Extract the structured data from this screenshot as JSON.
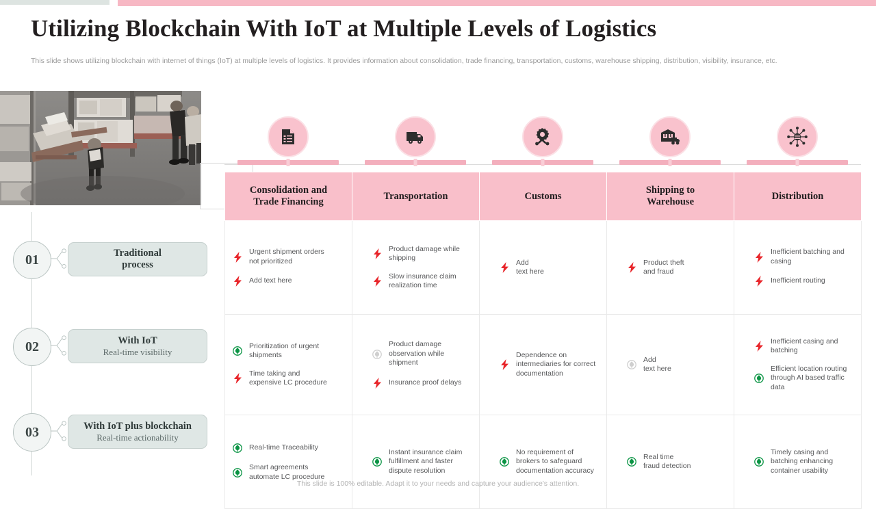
{
  "topbars": {
    "gray": "#dde4e1",
    "pink": "#f7b8c4"
  },
  "header": {
    "title": "Utilizing Blockchain With IoT at Multiple Levels of Logistics",
    "subtitle": "This slide shows utilizing blockchain with internet of things (IoT) at multiple levels of logistics. It provides information about consolidation, trade financing, transportation, customs, warehouse shipping, distribution, visibility, insurance, etc."
  },
  "photo": {
    "alt": "warehouse-workers-photo"
  },
  "timeline": [
    {
      "number": "01",
      "line1": "Traditional",
      "line2": "process"
    },
    {
      "number": "02",
      "line1": "With IoT",
      "line2": "Real-time visibility"
    },
    {
      "number": "03",
      "line1": "With IoT plus blockchain",
      "line2": "Real-time actionability"
    }
  ],
  "icons": [
    {
      "name": "document-icon"
    },
    {
      "name": "truck-icon"
    },
    {
      "name": "customs-gear-tools-icon"
    },
    {
      "name": "warehouse-shipping-icon"
    },
    {
      "name": "distribution-hub-icon"
    }
  ],
  "table": {
    "headers": [
      {
        "line1": "Consolidation and",
        "line2": "Trade Financing"
      },
      {
        "line1": "Transportation",
        "line2": ""
      },
      {
        "line1": "Customs",
        "line2": ""
      },
      {
        "line1": "Shipping to",
        "line2": "Warehouse"
      },
      {
        "line1": "Distribution",
        "line2": ""
      }
    ],
    "rows": [
      {
        "cells": [
          {
            "pad": false,
            "items": [
              {
                "icon": "bolt-icon",
                "text": "Urgent shipment orders\nnot prioritized"
              },
              {
                "icon": "bolt-icon",
                "text": "Add text here"
              }
            ]
          },
          {
            "pad": true,
            "items": [
              {
                "icon": "bolt-icon",
                "text": "Product damage while\nshipping"
              },
              {
                "icon": "bolt-icon",
                "text": "Slow insurance claim\nrealization time"
              }
            ]
          },
          {
            "pad": true,
            "items": [
              {
                "icon": "bolt-icon",
                "text": "Add\ntext here"
              }
            ]
          },
          {
            "pad": true,
            "items": [
              {
                "icon": "bolt-icon",
                "text": "Product theft\nand fraud"
              }
            ]
          },
          {
            "pad": true,
            "items": [
              {
                "icon": "bolt-icon",
                "text": "Inefficient batching and\ncasing"
              },
              {
                "icon": "bolt-icon",
                "text": "Inefficient routing"
              }
            ]
          }
        ]
      },
      {
        "cells": [
          {
            "pad": false,
            "items": [
              {
                "icon": "green-check-icon",
                "text": "Prioritization of urgent\nshipments"
              },
              {
                "icon": "bolt-icon",
                "text": "Time taking and\nexpensive LC procedure"
              }
            ]
          },
          {
            "pad": true,
            "items": [
              {
                "icon": "gray-check-icon",
                "text": "Product damage\nobservation while\nshipment"
              },
              {
                "icon": "bolt-icon",
                "text": "Insurance proof delays"
              }
            ]
          },
          {
            "pad": true,
            "items": [
              {
                "icon": "bolt-icon",
                "text": "Dependence on\nintermediaries for correct\ndocumentation"
              }
            ]
          },
          {
            "pad": true,
            "items": [
              {
                "icon": "gray-check-icon",
                "text": "Add\ntext here"
              }
            ]
          },
          {
            "pad": true,
            "items": [
              {
                "icon": "bolt-icon",
                "text": "Inefficient casing and\nbatching"
              },
              {
                "icon": "green-check-icon",
                "text": "Efficient location routing\nthrough AI  based traffic\ndata"
              }
            ]
          }
        ]
      },
      {
        "cells": [
          {
            "pad": false,
            "items": [
              {
                "icon": "green-check-icon",
                "text": "Real-time Traceability"
              },
              {
                "icon": "green-check-icon",
                "text": "Smart agreements\nautomate LC procedure"
              }
            ]
          },
          {
            "pad": true,
            "items": [
              {
                "icon": "green-check-icon",
                "text": "Instant insurance claim\nfulfillment and faster\ndispute resolution"
              }
            ]
          },
          {
            "pad": true,
            "items": [
              {
                "icon": "green-check-icon",
                "text": "No requirement of\nbrokers to safeguard\ndocumentation accuracy"
              }
            ]
          },
          {
            "pad": true,
            "items": [
              {
                "icon": "green-check-icon",
                "text": "Real time\nfraud detection"
              }
            ]
          },
          {
            "pad": true,
            "items": [
              {
                "icon": "green-check-icon",
                "text": "Timely casing and\nbatching enhancing\ncontainer usability"
              }
            ]
          }
        ]
      }
    ]
  },
  "footer": {
    "text": "This slide is 100% editable. Adapt it to your needs and capture your audience's attention."
  },
  "colors": {
    "pink_header": "#f9bfca",
    "pink_accent": "#f3afbd",
    "bolt_red": "#e8252a",
    "check_green": "#0a9444",
    "check_gray": "#cfcfcf",
    "text_gray": "#58595b"
  }
}
